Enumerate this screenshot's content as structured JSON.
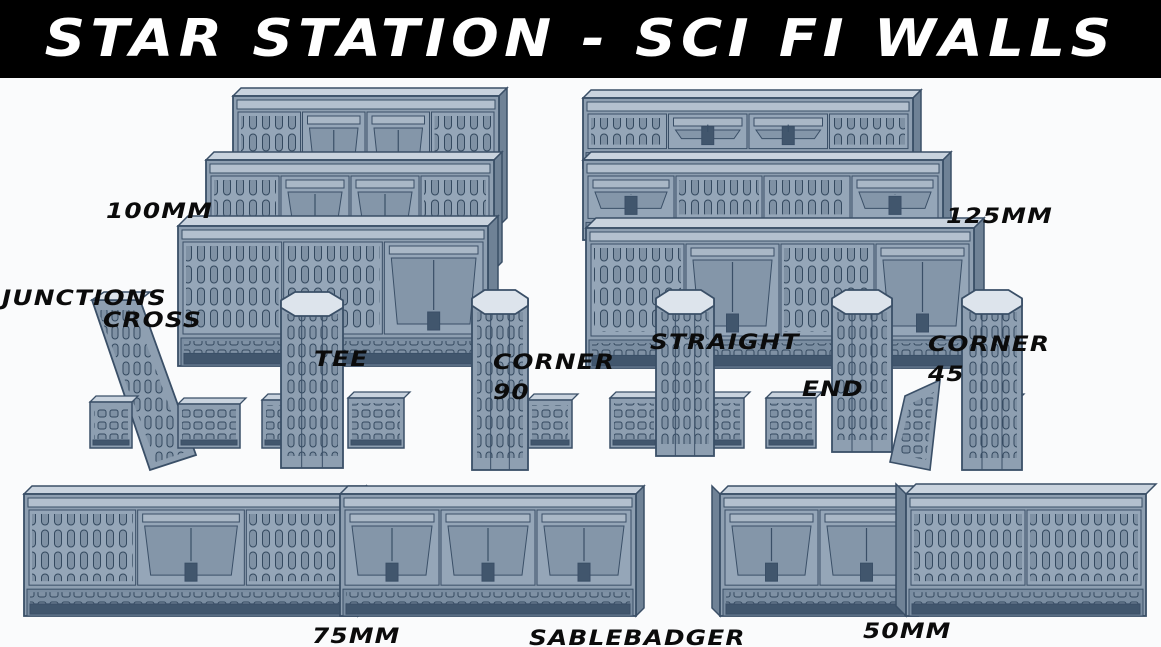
{
  "title": "STAR STATION - SCI FI WALLS",
  "labels": {
    "size_100": "100MM",
    "size_125": "125MM",
    "junctions": "JUNCTIONS",
    "cross": "CROSS",
    "tee": "TEE",
    "corner90_a": "CORNER",
    "corner90_b": "90",
    "straight": "STRAIGHT",
    "end": "END",
    "corner45_a": "CORNER",
    "corner45_b": "45",
    "size_75": "75MM",
    "maker": "SABLEBADGER",
    "size_50": "50MM"
  },
  "colors": {
    "banner": "#000000",
    "title_text": "#ffffff",
    "background": "#fafbfc",
    "wall_face": "#8e9fb1",
    "wall_top": "#c9d3de",
    "wall_dark": "#41566d",
    "outline": "#3a4f67"
  }
}
